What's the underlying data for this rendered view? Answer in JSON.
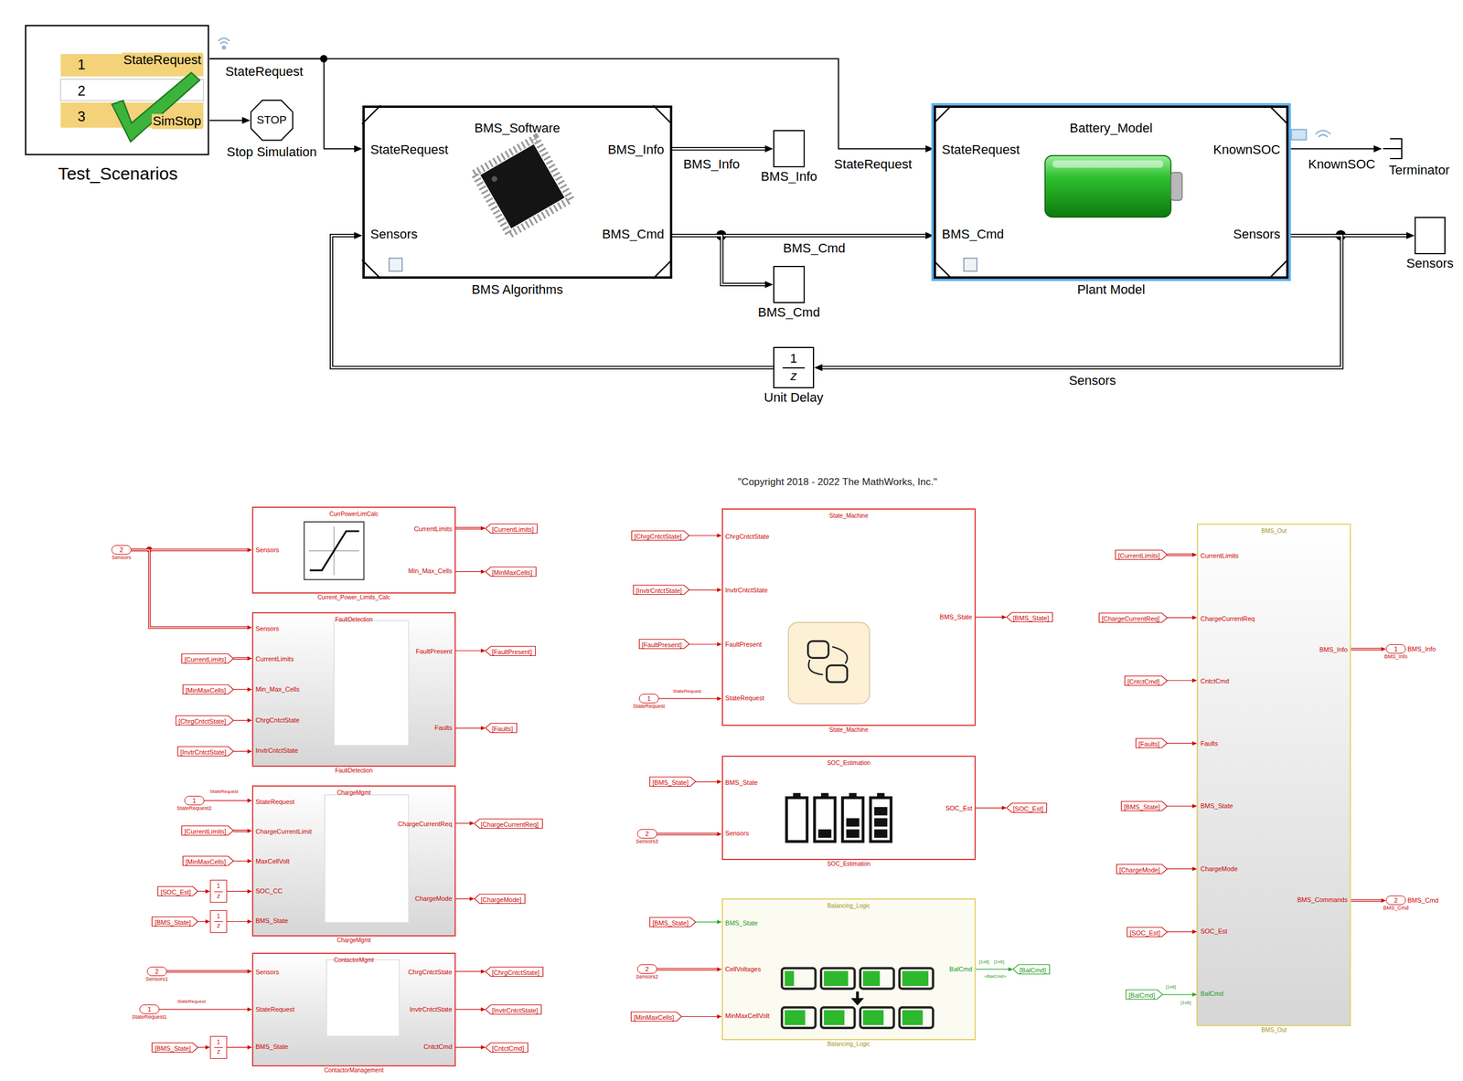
{
  "diagram": {
    "nodes": [
      {
        "text": [
          "1",
          "StateRequest",
          "2",
          "3",
          "SimStop",
          "Test_Scenarios"
        ]
      },
      {
        "text": [
          "STOP",
          "Stop Simulation"
        ]
      },
      {
        "text": [
          "BMS_Software",
          "StateRequest",
          "Sensors",
          "BMS_Info",
          "BMS_Cmd",
          "BMS Algorithms"
        ]
      },
      {
        "text": [
          "BMS_Info"
        ]
      },
      {
        "text": [
          "BMS_Cmd"
        ]
      },
      {
        "text": [
          "Battery_Model",
          "StateRequest",
          "BMS_Cmd",
          "KnownSOC",
          "Sensors",
          "Plant Model"
        ]
      },
      {
        "text": [
          "Terminator"
        ]
      },
      {
        "text": [
          "Sensors"
        ]
      },
      {
        "text": [
          "1",
          "z",
          "Unit Delay"
        ]
      },
      {
        "text": [
          "2",
          "Sensors"
        ]
      },
      {
        "text": [
          "CurrPowerLimCalc",
          "Sensors",
          "CurrentLimits",
          "Min_Max_Cells",
          "Current_Power_Limits_Calc"
        ]
      },
      {
        "text": [
          "[CurrentLimits]"
        ]
      },
      {
        "text": [
          "[MinMaxCells]"
        ]
      },
      {
        "text": [
          "FaultDetection",
          "Sensors",
          "CurrentLimits",
          "Min_Max_Cells",
          "ChrgCntctState",
          "InvtrCntctState",
          "FaultPresent",
          "Faults",
          "FaultDetection"
        ]
      },
      {
        "text": [
          "[CurrentLimits]"
        ]
      },
      {
        "text": [
          "[MinMaxCells]"
        ]
      },
      {
        "text": [
          "[ChrgCntctState]"
        ]
      },
      {
        "text": [
          "[InvtrCntctState]"
        ]
      },
      {
        "text": [
          "[FaultPresent]"
        ]
      },
      {
        "text": [
          "[Faults]"
        ]
      },
      {
        "text": [
          "ChargeMgmt",
          "StateRequest",
          "ChargeCurrentLimit",
          "MaxCellVolt",
          "SOC_CC",
          "BMS_State",
          "ChargeCurrentReq",
          "ChargeMode",
          "ChargeMgmt"
        ]
      },
      {
        "text": [
          "1",
          "StateRequest2"
        ]
      },
      {
        "text": [
          "[CurrentLimits]"
        ]
      },
      {
        "text": [
          "[MinMaxCells]"
        ]
      },
      {
        "text": [
          "[SOC_Est]"
        ]
      },
      {
        "text": [
          "1",
          "z"
        ]
      },
      {
        "text": [
          "[BMS_State]"
        ]
      },
      {
        "text": [
          "1",
          "z"
        ]
      },
      {
        "text": [
          "[ChargeCurrentReq]"
        ]
      },
      {
        "text": [
          "[ChargeMode]"
        ]
      },
      {
        "text": [
          "ContactorMgmt",
          "Sensors",
          "StateRequest",
          "BMS_State",
          "ChrgCntctState",
          "InvtrCntctState",
          "CntctCmd",
          "ContactorManagement"
        ]
      },
      {
        "text": [
          "2",
          "Sensors1"
        ]
      },
      {
        "text": [
          "1",
          "StateRequest1"
        ]
      },
      {
        "text": [
          "[BMS_State]"
        ]
      },
      {
        "text": [
          "1",
          "z"
        ]
      },
      {
        "text": [
          "[ChrgCntctState]"
        ]
      },
      {
        "text": [
          "[InvtrCntctState]"
        ]
      },
      {
        "text": [
          "[CntctCmd]"
        ]
      },
      {
        "text": [
          "[ChrgCntctState]"
        ]
      },
      {
        "text": [
          "[InvtrCntctState]"
        ]
      },
      {
        "text": [
          "[FaultPresent]"
        ]
      },
      {
        "text": [
          "1",
          "StateRequest"
        ]
      },
      {
        "text": [
          "State_Machine",
          "ChrgCntctState",
          "InvtrCntctState",
          "FaultPresent",
          "StateRequest",
          "BMS_State",
          "State_Machine"
        ]
      },
      {
        "text": [
          "[BMS_State]"
        ]
      },
      {
        "text": [
          "SOC_Estimation",
          "BMS_State",
          "Sensors",
          "SOC_Est",
          "SOC_Estimation"
        ]
      },
      {
        "text": [
          "[BMS_State]"
        ]
      },
      {
        "text": [
          "2",
          "Sensors3"
        ]
      },
      {
        "text": [
          "[SOC_Est]"
        ]
      },
      {
        "text": [
          "Balancing_Logic",
          "BMS_State",
          "CellVoltages",
          "MinMaxCellVolt",
          "BalCmd",
          "Balancing_Logic"
        ]
      },
      {
        "text": [
          "[BMS_State]"
        ]
      },
      {
        "text": [
          "2",
          "Sensors2"
        ]
      },
      {
        "text": [
          "[MinMaxCells]"
        ]
      },
      {
        "text": [
          "[BalCmd]"
        ]
      },
      {
        "text": [
          "BMS_Out",
          "CurrentLimits",
          "ChargeCurrentReq",
          "CntctCmd",
          "Faults",
          "BMS_State",
          "ChargeMode",
          "SOC_Est",
          "BalCmd",
          "BMS_Info",
          "BMS_Commands",
          "BMS_Out"
        ]
      },
      {
        "text": [
          "[CurrentLimits]"
        ]
      },
      {
        "text": [
          "[ChargeCurrentReq]"
        ]
      },
      {
        "text": [
          "[CntctCmd]"
        ]
      },
      {
        "text": [
          "[Faults]"
        ]
      },
      {
        "text": [
          "[BMS_State]"
        ]
      },
      {
        "text": [
          "[ChargeMode]"
        ]
      },
      {
        "text": [
          "[SOC_Est]"
        ]
      },
      {
        "text": [
          "[BalCmd]"
        ]
      },
      {
        "text": [
          "1",
          "BMS_Info",
          "BMS_Info"
        ]
      },
      {
        "text": [
          "2",
          "BMS_Cmd",
          "BMS_Cmd"
        ]
      }
    ],
    "edges": [
      {
        "from": 0,
        "to": 1,
        "arrow": "to"
      },
      {
        "from": 0,
        "to": 2,
        "arrow": "to",
        "label": "StateRequest"
      },
      {
        "from": 0,
        "to": 5,
        "arrow": "to",
        "label": "StateRequest"
      },
      {
        "from": 2,
        "to": 3,
        "arrow": "to",
        "label": "BMS_Info"
      },
      {
        "from": 2,
        "to": 5,
        "arrow": "to",
        "label": "BMS_Cmd"
      },
      {
        "from": 2,
        "to": 4,
        "arrow": "to"
      },
      {
        "from": 5,
        "to": 6,
        "arrow": "to",
        "label": "KnownSOC"
      },
      {
        "from": 5,
        "to": 7,
        "arrow": "to"
      },
      {
        "from": 5,
        "to": 8,
        "arrow": "to",
        "label": "Sensors"
      },
      {
        "from": 8,
        "to": 2,
        "arrow": "to"
      },
      {
        "from": 9,
        "to": 10,
        "arrow": "to"
      },
      {
        "from": 9,
        "to": 13,
        "arrow": "to"
      },
      {
        "from": 10,
        "to": 11,
        "arrow": "to"
      },
      {
        "from": 10,
        "to": 12,
        "arrow": "to"
      },
      {
        "from": 14,
        "to": 13,
        "arrow": "to"
      },
      {
        "from": 15,
        "to": 13,
        "arrow": "to"
      },
      {
        "from": 16,
        "to": 13,
        "arrow": "to"
      },
      {
        "from": 17,
        "to": 13,
        "arrow": "to"
      },
      {
        "from": 13,
        "to": 18,
        "arrow": "to"
      },
      {
        "from": 13,
        "to": 19,
        "arrow": "to"
      },
      {
        "from": 21,
        "to": 20,
        "arrow": "to",
        "label": "StateRequest"
      },
      {
        "from": 22,
        "to": 20,
        "arrow": "to"
      },
      {
        "from": 23,
        "to": 20,
        "arrow": "to"
      },
      {
        "from": 24,
        "to": 25,
        "arrow": "to"
      },
      {
        "from": 25,
        "to": 20,
        "arrow": "to"
      },
      {
        "from": 26,
        "to": 27,
        "arrow": "to"
      },
      {
        "from": 27,
        "to": 20,
        "arrow": "to"
      },
      {
        "from": 20,
        "to": 28,
        "arrow": "to"
      },
      {
        "from": 20,
        "to": 29,
        "arrow": "to"
      },
      {
        "from": 31,
        "to": 30,
        "arrow": "to"
      },
      {
        "from": 32,
        "to": 30,
        "arrow": "to",
        "label": "StateRequest"
      },
      {
        "from": 33,
        "to": 34,
        "arrow": "to"
      },
      {
        "from": 34,
        "to": 30,
        "arrow": "to"
      },
      {
        "from": 30,
        "to": 35,
        "arrow": "to"
      },
      {
        "from": 30,
        "to": 36,
        "arrow": "to"
      },
      {
        "from": 30,
        "to": 37,
        "arrow": "to"
      },
      {
        "from": 38,
        "to": 42,
        "arrow": "to"
      },
      {
        "from": 39,
        "to": 42,
        "arrow": "to"
      },
      {
        "from": 40,
        "to": 42,
        "arrow": "to"
      },
      {
        "from": 41,
        "to": 42,
        "arrow": "to",
        "label": "StateRequest"
      },
      {
        "from": 42,
        "to": 43,
        "arrow": "to"
      },
      {
        "from": 45,
        "to": 44,
        "arrow": "to"
      },
      {
        "from": 46,
        "to": 44,
        "arrow": "to"
      },
      {
        "from": 44,
        "to": 47,
        "arrow": "to"
      },
      {
        "from": 49,
        "to": 48,
        "arrow": "to"
      },
      {
        "from": 50,
        "to": 48,
        "arrow": "to"
      },
      {
        "from": 51,
        "to": 48,
        "arrow": "to"
      },
      {
        "from": 48,
        "to": 52,
        "arrow": "to"
      },
      {
        "from": 54,
        "to": 53,
        "arrow": "to"
      },
      {
        "from": 55,
        "to": 53,
        "arrow": "to"
      },
      {
        "from": 56,
        "to": 53,
        "arrow": "to"
      },
      {
        "from": 57,
        "to": 53,
        "arrow": "to"
      },
      {
        "from": 58,
        "to": 53,
        "arrow": "to"
      },
      {
        "from": 59,
        "to": 53,
        "arrow": "to"
      },
      {
        "from": 60,
        "to": 53,
        "arrow": "to"
      },
      {
        "from": 61,
        "to": 53,
        "arrow": "to"
      },
      {
        "from": 53,
        "to": 62,
        "arrow": "to"
      },
      {
        "from": 53,
        "to": 63,
        "arrow": "to"
      }
    ],
    "labels": [
      "\"Copyright 2018 - 2022 The MathWorks, Inc.\"",
      "[1x6]",
      "[1x6]",
      "<BalCmd>",
      "[1x6]",
      "[1x6]"
    ]
  }
}
